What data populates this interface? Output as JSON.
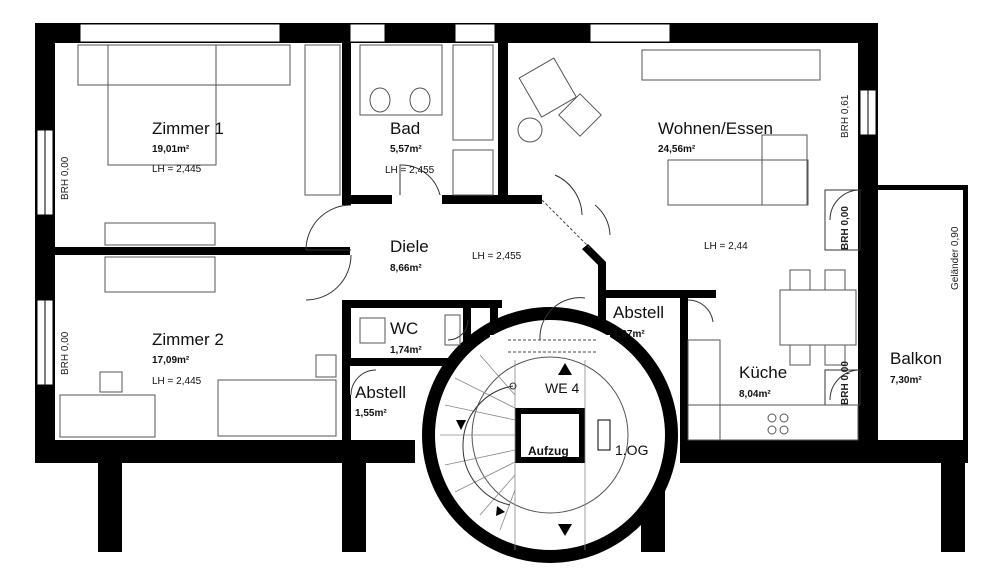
{
  "rooms": {
    "zimmer1": {
      "name": "Zimmer 1",
      "area": "19,01m²",
      "lh": "LH = 2,445"
    },
    "zimmer2": {
      "name": "Zimmer 2",
      "area": "17,09m²",
      "lh": "LH = 2,445"
    },
    "bad": {
      "name": "Bad",
      "area": "5,57m²",
      "lh": "LH = 2,455"
    },
    "diele": {
      "name": "Diele",
      "area": "8,66m²",
      "lh": "LH = 2,455"
    },
    "wohnen": {
      "name": "Wohnen/Essen",
      "area": "24,56m²",
      "lh": "LH = 2,44"
    },
    "wc": {
      "name": "WC",
      "area": "1,74m²"
    },
    "abstell1": {
      "name": "Abstell",
      "area": "1,37m²"
    },
    "abstell2": {
      "name": "Abstell",
      "area": "1,55m²"
    },
    "kueche": {
      "name": "Küche",
      "area": "8,04m²"
    },
    "balkon": {
      "name": "Balkon",
      "area": "7,30m²"
    }
  },
  "labels": {
    "unit": "WE 4",
    "floor": "1.OG",
    "elevator": "Aufzug",
    "brh_left_top": "BRH 0,00",
    "brh_left_bottom": "BRH 0,00",
    "brh_right_top": "BRH 0,61",
    "brh_right_mid": "BRH 0,00",
    "brh_right_bottom": "BRH 0,00",
    "railing": "Geländer 0,90"
  }
}
